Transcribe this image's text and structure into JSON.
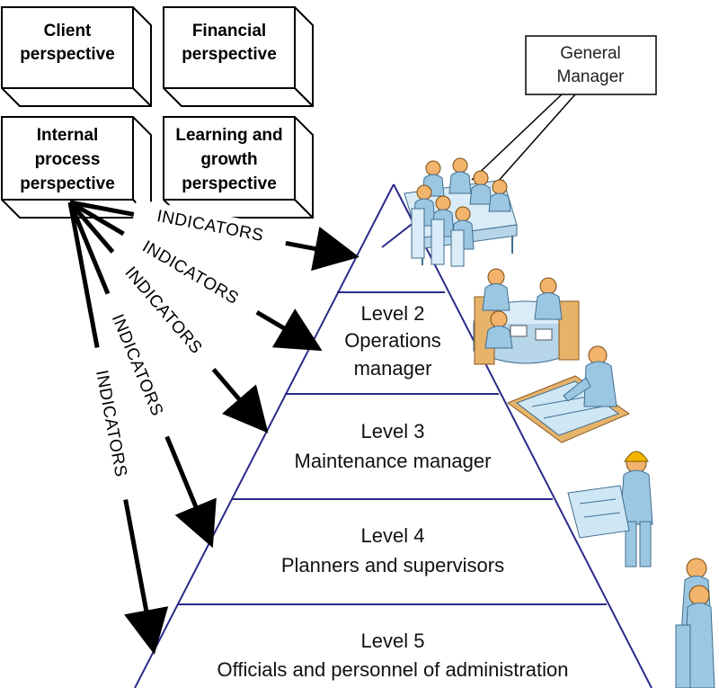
{
  "boxes": [
    {
      "lines": [
        "Client",
        "perspective"
      ]
    },
    {
      "lines": [
        "Financial",
        "perspective"
      ]
    },
    {
      "lines": [
        "Internal",
        "process",
        "perspective"
      ]
    },
    {
      "lines": [
        "Learning and",
        "growth",
        "perspective"
      ]
    }
  ],
  "general_manager": [
    "General",
    "Manager"
  ],
  "indicators_label": "INDICATORS",
  "levels": [
    {
      "title": "Level 2",
      "name_lines": [
        "Operations",
        "manager"
      ]
    },
    {
      "title": "Level 3",
      "name_lines": [
        "Maintenance manager"
      ]
    },
    {
      "title": "Level 4",
      "name_lines": [
        "Planners and supervisors"
      ]
    },
    {
      "title": "Level 5",
      "name_lines": [
        "Officials and personnel of administration"
      ]
    }
  ],
  "colors": {
    "pyramid_line": "#2a2a8a",
    "person_body": "#9cc7e3",
    "skin": "#f2b46c",
    "helmet": "#f3b400"
  }
}
